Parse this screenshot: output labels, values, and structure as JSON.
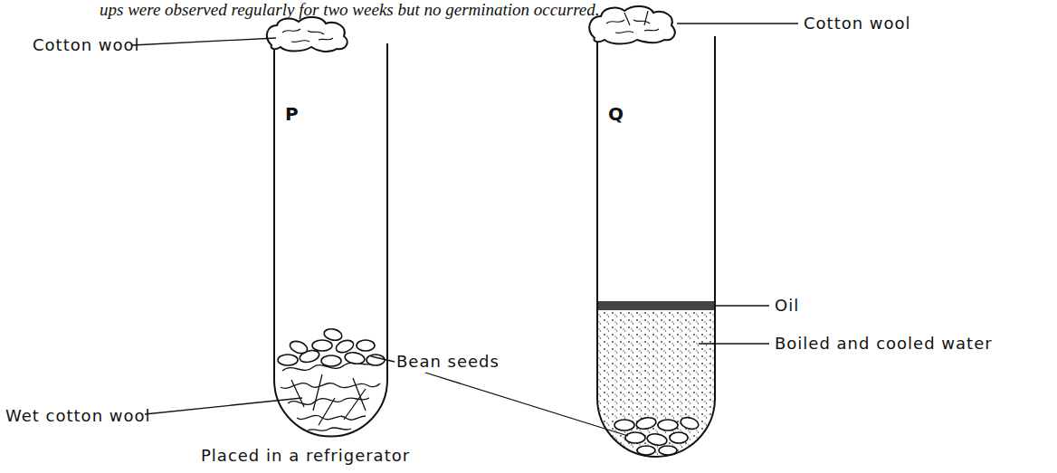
{
  "diagram": {
    "labels": [
      "ups were observed regularly for two weeks but no germination occurred.",
      "Cotton wool",
      "P",
      "Bean seeds",
      "Wet cotton wool",
      "Placed in a refrigerator",
      "Cotton wool",
      "Q",
      "Oil",
      "Boiled and cooled water"
    ]
  }
}
